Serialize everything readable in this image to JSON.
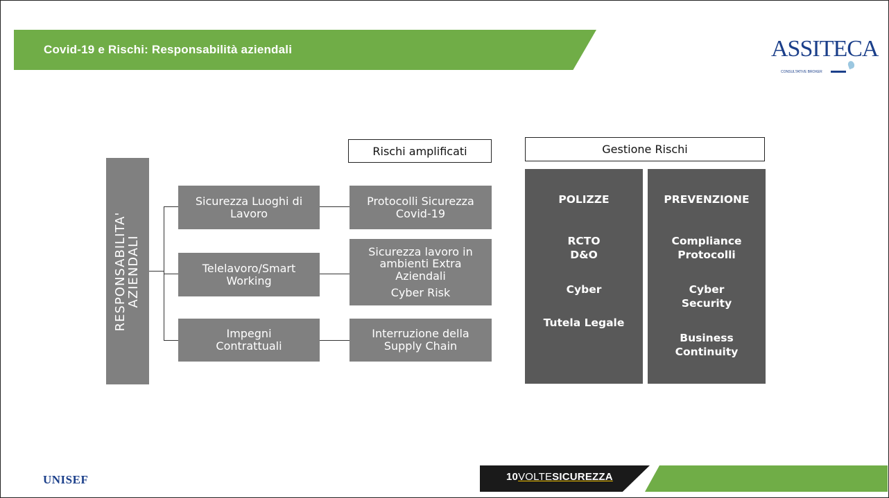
{
  "header": {
    "title": "Covid-19 e Rischi: Responsabilità aziendali",
    "logo_text": "ASSITECA",
    "logo_tagline": "CONSULTATIVE BROKER"
  },
  "diagram": {
    "main_label_line1": "RESPONSABILITA'",
    "main_label_line2": "AZIENDALI",
    "rischi_header": "Rischi amplificati",
    "gestione_header": "Gestione Rischi",
    "responsabilita": [
      {
        "line1": "Sicurezza Luoghi di",
        "line2": "Lavoro"
      },
      {
        "line1": "Telelavoro/Smart",
        "line2": "Working"
      },
      {
        "line1": "Impegni",
        "line2": "Contrattuali"
      }
    ],
    "rischi": [
      {
        "line1": "Protocolli Sicurezza",
        "line2": "Covid-19"
      },
      {
        "line1": "Sicurezza lavoro in",
        "line2": "ambienti Extra",
        "line3": "Aziendali",
        "line4": "Cyber Risk"
      },
      {
        "line1": "Interruzione della",
        "line2": "Supply Chain"
      }
    ],
    "polizze": {
      "title": "POLIZZE",
      "items": [
        "RCTO\nD&O",
        "Cyber",
        "Tutela Legale"
      ]
    },
    "prevenzione": {
      "title": "PREVENZIONE",
      "items": [
        "Compliance\nProtocolli",
        "Cyber\nSecurity",
        "Business\nContinuity"
      ]
    }
  },
  "footer": {
    "left_logo": "UNISEF",
    "brand_part1": "10",
    "brand_part2": "VOLTE",
    "brand_part3": "SICUREZZA"
  },
  "colors": {
    "green": "#70ad47",
    "box_gray": "#808080",
    "dark_gray": "#595959",
    "logo_blue": "#1b3f8a"
  }
}
